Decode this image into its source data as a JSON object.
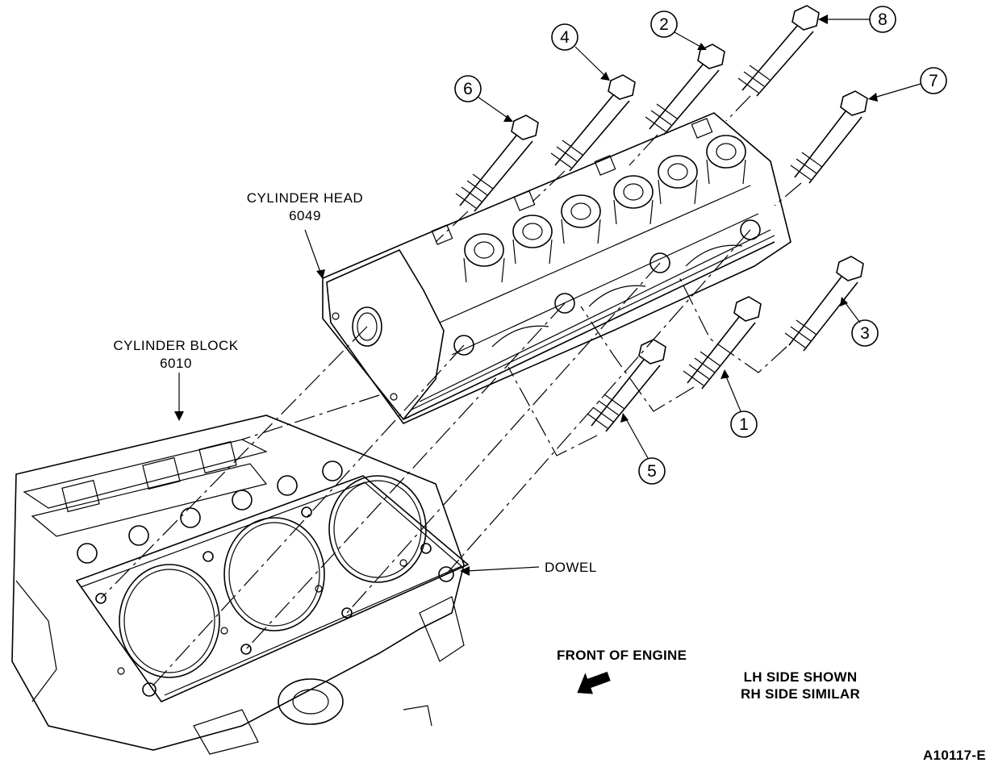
{
  "labels": {
    "cylinder_head": "CYLINDER HEAD",
    "cylinder_head_part": "6049",
    "cylinder_block": "CYLINDER BLOCK",
    "cylinder_block_part": "6010",
    "dowel": "DOWEL",
    "front_of_engine": "FRONT OF ENGINE",
    "side_note_1": "LH SIDE SHOWN",
    "side_note_2": "RH SIDE SIMILAR",
    "figure_id": "A10117-E"
  },
  "bolt_callouts": [
    "1",
    "2",
    "3",
    "4",
    "5",
    "6",
    "7",
    "8"
  ]
}
